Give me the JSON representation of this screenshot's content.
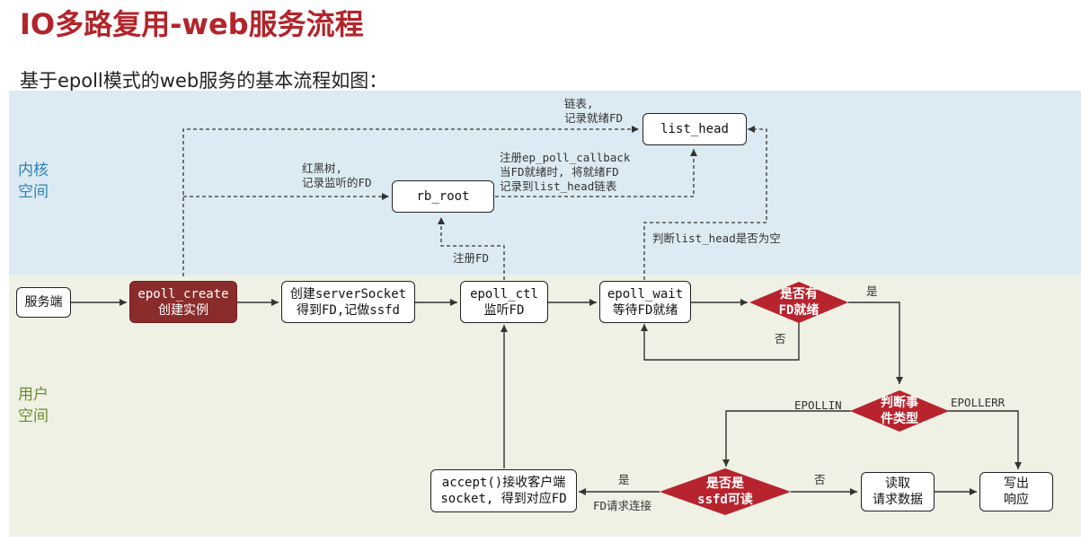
{
  "page": {
    "title": "IO多路复用-web服务流程",
    "subtitle": "基于epoll模式的web服务的基本流程如图："
  },
  "zones": {
    "kernel": "内核\n空间",
    "user": "用户\n空间"
  },
  "nodes": {
    "server": "服务端",
    "epoll_create": "epoll_create\n创建实例",
    "create_socket": "创建serverSocket\n得到FD,记做ssfd",
    "epoll_ctl": "epoll_ctl\n监听FD",
    "epoll_wait": "epoll_wait\n等待FD就绪",
    "list_head": "list_head",
    "rb_root": "rb_root",
    "accept": "accept()接收客户端\nsocket, 得到对应FD",
    "read": "读取\n请求数据",
    "write": "写出\n响应"
  },
  "decisions": {
    "fd_ready": "是否有\nFD就绪",
    "event_type": "判断事\n件类型",
    "is_ssfd": "是否是\nssfd可读"
  },
  "notes": {
    "linked_list": "链表,\n记录就绪FD",
    "rbtree": "红黑树,\n记录监听的FD",
    "callback": "注册ep_poll_callback\n当FD就绪时, 将就绪FD\n记录到list_head链表",
    "register_fd": "注册FD",
    "check_empty": "判断list_head是否为空",
    "yes1": "是",
    "no1": "否",
    "epollin": "EPOLLIN",
    "epollerr": "EPOLLERR",
    "yes2": "是",
    "no2": "否",
    "fd_request": "FD请求连接"
  },
  "colors": {
    "accent": "#b3242a",
    "dark_node": "#8b2c2c",
    "diamond": "#b8242e",
    "kernel_bg": "#dcebf3",
    "user_bg": "#eef1e4"
  }
}
